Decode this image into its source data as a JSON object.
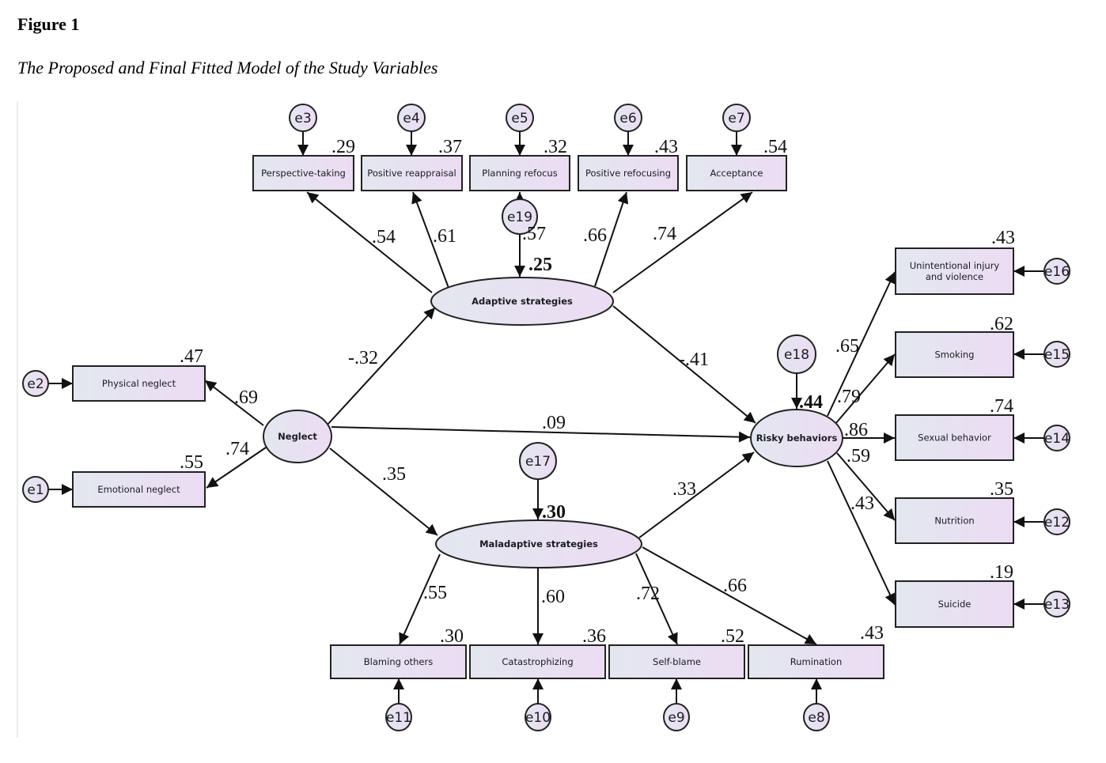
{
  "figure": {
    "label": "Figure 1",
    "title": "The Proposed and Final Fitted Model of the Study Variables"
  },
  "colors": {
    "fill_start": "#e3e7ef",
    "fill_end": "#ecdcf3",
    "stroke": "#222222"
  },
  "latents": [
    {
      "id": "neglect",
      "label": "Neglect",
      "r2": null
    },
    {
      "id": "adaptive",
      "label": "Adaptive strategies",
      "r2": ".25"
    },
    {
      "id": "maladaptive",
      "label": "Maladaptive strategies",
      "r2": ".30"
    },
    {
      "id": "risky",
      "label": "Risky behaviors",
      "r2": ".44"
    }
  ],
  "indicators": [
    {
      "id": "physical",
      "label": "Physical neglect",
      "r2": ".47",
      "error": "e2",
      "factor": "neglect",
      "loading": ".69"
    },
    {
      "id": "emotional",
      "label": "Emotional neglect",
      "r2": ".55",
      "error": "e1",
      "factor": "neglect",
      "loading": ".74"
    },
    {
      "id": "perspective",
      "label": "Perspective-taking",
      "r2": ".29",
      "error": "e3",
      "factor": "adaptive",
      "loading": ".54"
    },
    {
      "id": "reappraisal",
      "label": "Positive reappraisal",
      "r2": ".37",
      "error": "e4",
      "factor": "adaptive",
      "loading": ".61"
    },
    {
      "id": "planning",
      "label": "Planning refocus",
      "r2": ".32",
      "error": "e5",
      "factor": "adaptive",
      "loading": ".57"
    },
    {
      "id": "refocusing",
      "label": "Positive refocusing",
      "r2": ".43",
      "error": "e6",
      "factor": "adaptive",
      "loading": ".66"
    },
    {
      "id": "acceptance",
      "label": "Acceptance",
      "r2": ".54",
      "error": "e7",
      "factor": "adaptive",
      "loading": ".74"
    },
    {
      "id": "blaming",
      "label": "Blaming others",
      "r2": ".30",
      "error": "e11",
      "factor": "maladaptive",
      "loading": ".55"
    },
    {
      "id": "catastrophizing",
      "label": "Catastrophizing",
      "r2": ".36",
      "error": "e10",
      "factor": "maladaptive",
      "loading": ".60"
    },
    {
      "id": "selfblame",
      "label": "Self-blame",
      "r2": ".52",
      "error": "e9",
      "factor": "maladaptive",
      "loading": ".72"
    },
    {
      "id": "rumination",
      "label": "Rumination",
      "r2": ".43",
      "error": "e8",
      "factor": "maladaptive",
      "loading": ".66"
    },
    {
      "id": "injury",
      "label": "Unintentional injury\nand violence",
      "r2": ".43",
      "error": "e16",
      "factor": "risky",
      "loading": ".65"
    },
    {
      "id": "smoking",
      "label": "Smoking",
      "r2": ".62",
      "error": "e15",
      "factor": "risky",
      "loading": ".79"
    },
    {
      "id": "sexual",
      "label": "Sexual behavior",
      "r2": ".74",
      "error": "e14",
      "factor": "risky",
      "loading": ".86"
    },
    {
      "id": "nutrition",
      "label": "Nutrition",
      "r2": ".35",
      "error": "e12",
      "factor": "risky",
      "loading": ".59"
    },
    {
      "id": "suicide",
      "label": "Suicide",
      "r2": ".19",
      "error": "e13",
      "factor": "risky",
      "loading": ".43"
    }
  ],
  "disturbances": [
    {
      "label": "e19",
      "target": "adaptive"
    },
    {
      "label": "e17",
      "target": "maladaptive"
    },
    {
      "label": "e18",
      "target": "risky"
    }
  ],
  "paths": [
    {
      "from": "neglect",
      "to": "adaptive",
      "coef": "-.32"
    },
    {
      "from": "neglect",
      "to": "maladaptive",
      "coef": ".35"
    },
    {
      "from": "neglect",
      "to": "risky",
      "coef": ".09"
    },
    {
      "from": "adaptive",
      "to": "risky",
      "coef": "-.41"
    },
    {
      "from": "maladaptive",
      "to": "risky",
      "coef": ".33"
    }
  ]
}
